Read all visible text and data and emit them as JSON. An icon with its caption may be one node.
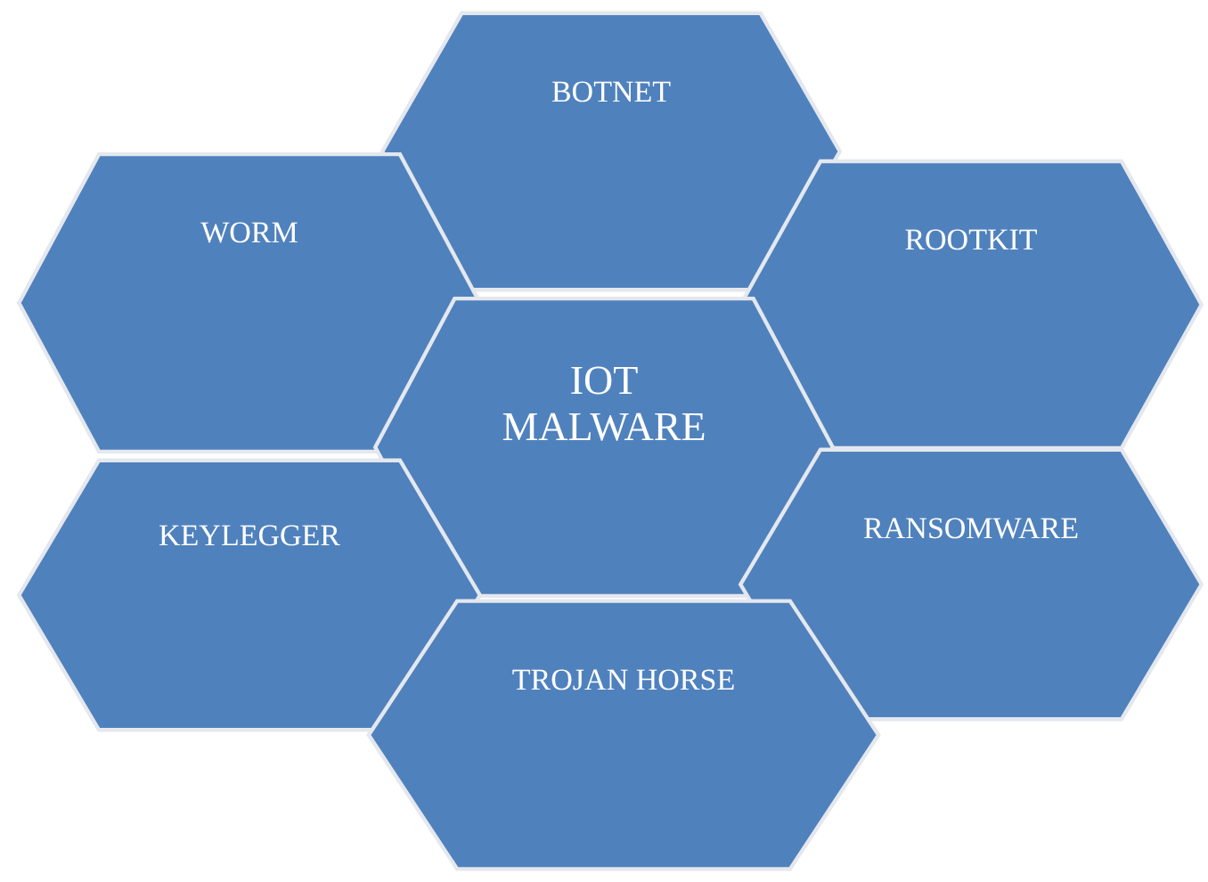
{
  "diagram": {
    "nodes": [
      {
        "text": [
          "BOTNET"
        ]
      },
      {
        "text": [
          "WORM"
        ]
      },
      {
        "text": [
          "ROOTKIT"
        ]
      },
      {
        "text": [
          "IOT MALWARE"
        ]
      },
      {
        "text": [
          "KEYLEGGER"
        ]
      },
      {
        "text": [
          "RANSOMWARE"
        ]
      },
      {
        "text": [
          "TROJAN HORSE"
        ]
      }
    ]
  }
}
